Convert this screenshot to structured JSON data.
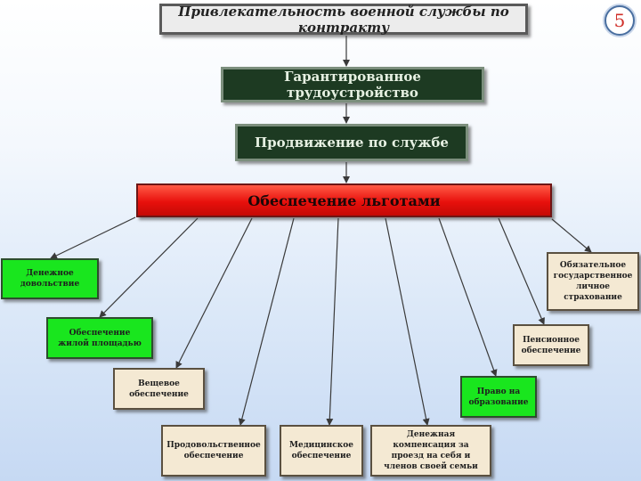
{
  "slide_number": "5",
  "title": "Привлекательность военной службы по контракту",
  "level1": "Гарантированное трудоустройство",
  "level2": "Продвижение по службе",
  "level3": "Обеспечение льготами",
  "benefits": [
    {
      "label": "Денежное довольствие",
      "color": "green"
    },
    {
      "label": "Обеспечение жилой площадью",
      "color": "green"
    },
    {
      "label": "Вещевое обеспечение",
      "color": "beige"
    },
    {
      "label": "Продовольственное обеспечение",
      "color": "beige"
    },
    {
      "label": "Медицинское обеспечение",
      "color": "beige"
    },
    {
      "label": "Денежная компенсация за проезд на себя и членов своей семьи",
      "color": "beige"
    },
    {
      "label": "Право на образование",
      "color": "green"
    },
    {
      "label": "Пенсионное обеспечение",
      "color": "beige"
    },
    {
      "label": "Обязательное государственное личное страхование",
      "color": "beige"
    }
  ],
  "colors": {
    "green": "#19e61e",
    "beige": "#f4e9d3",
    "red": "#e8100c",
    "dark": "#1d3a22"
  }
}
